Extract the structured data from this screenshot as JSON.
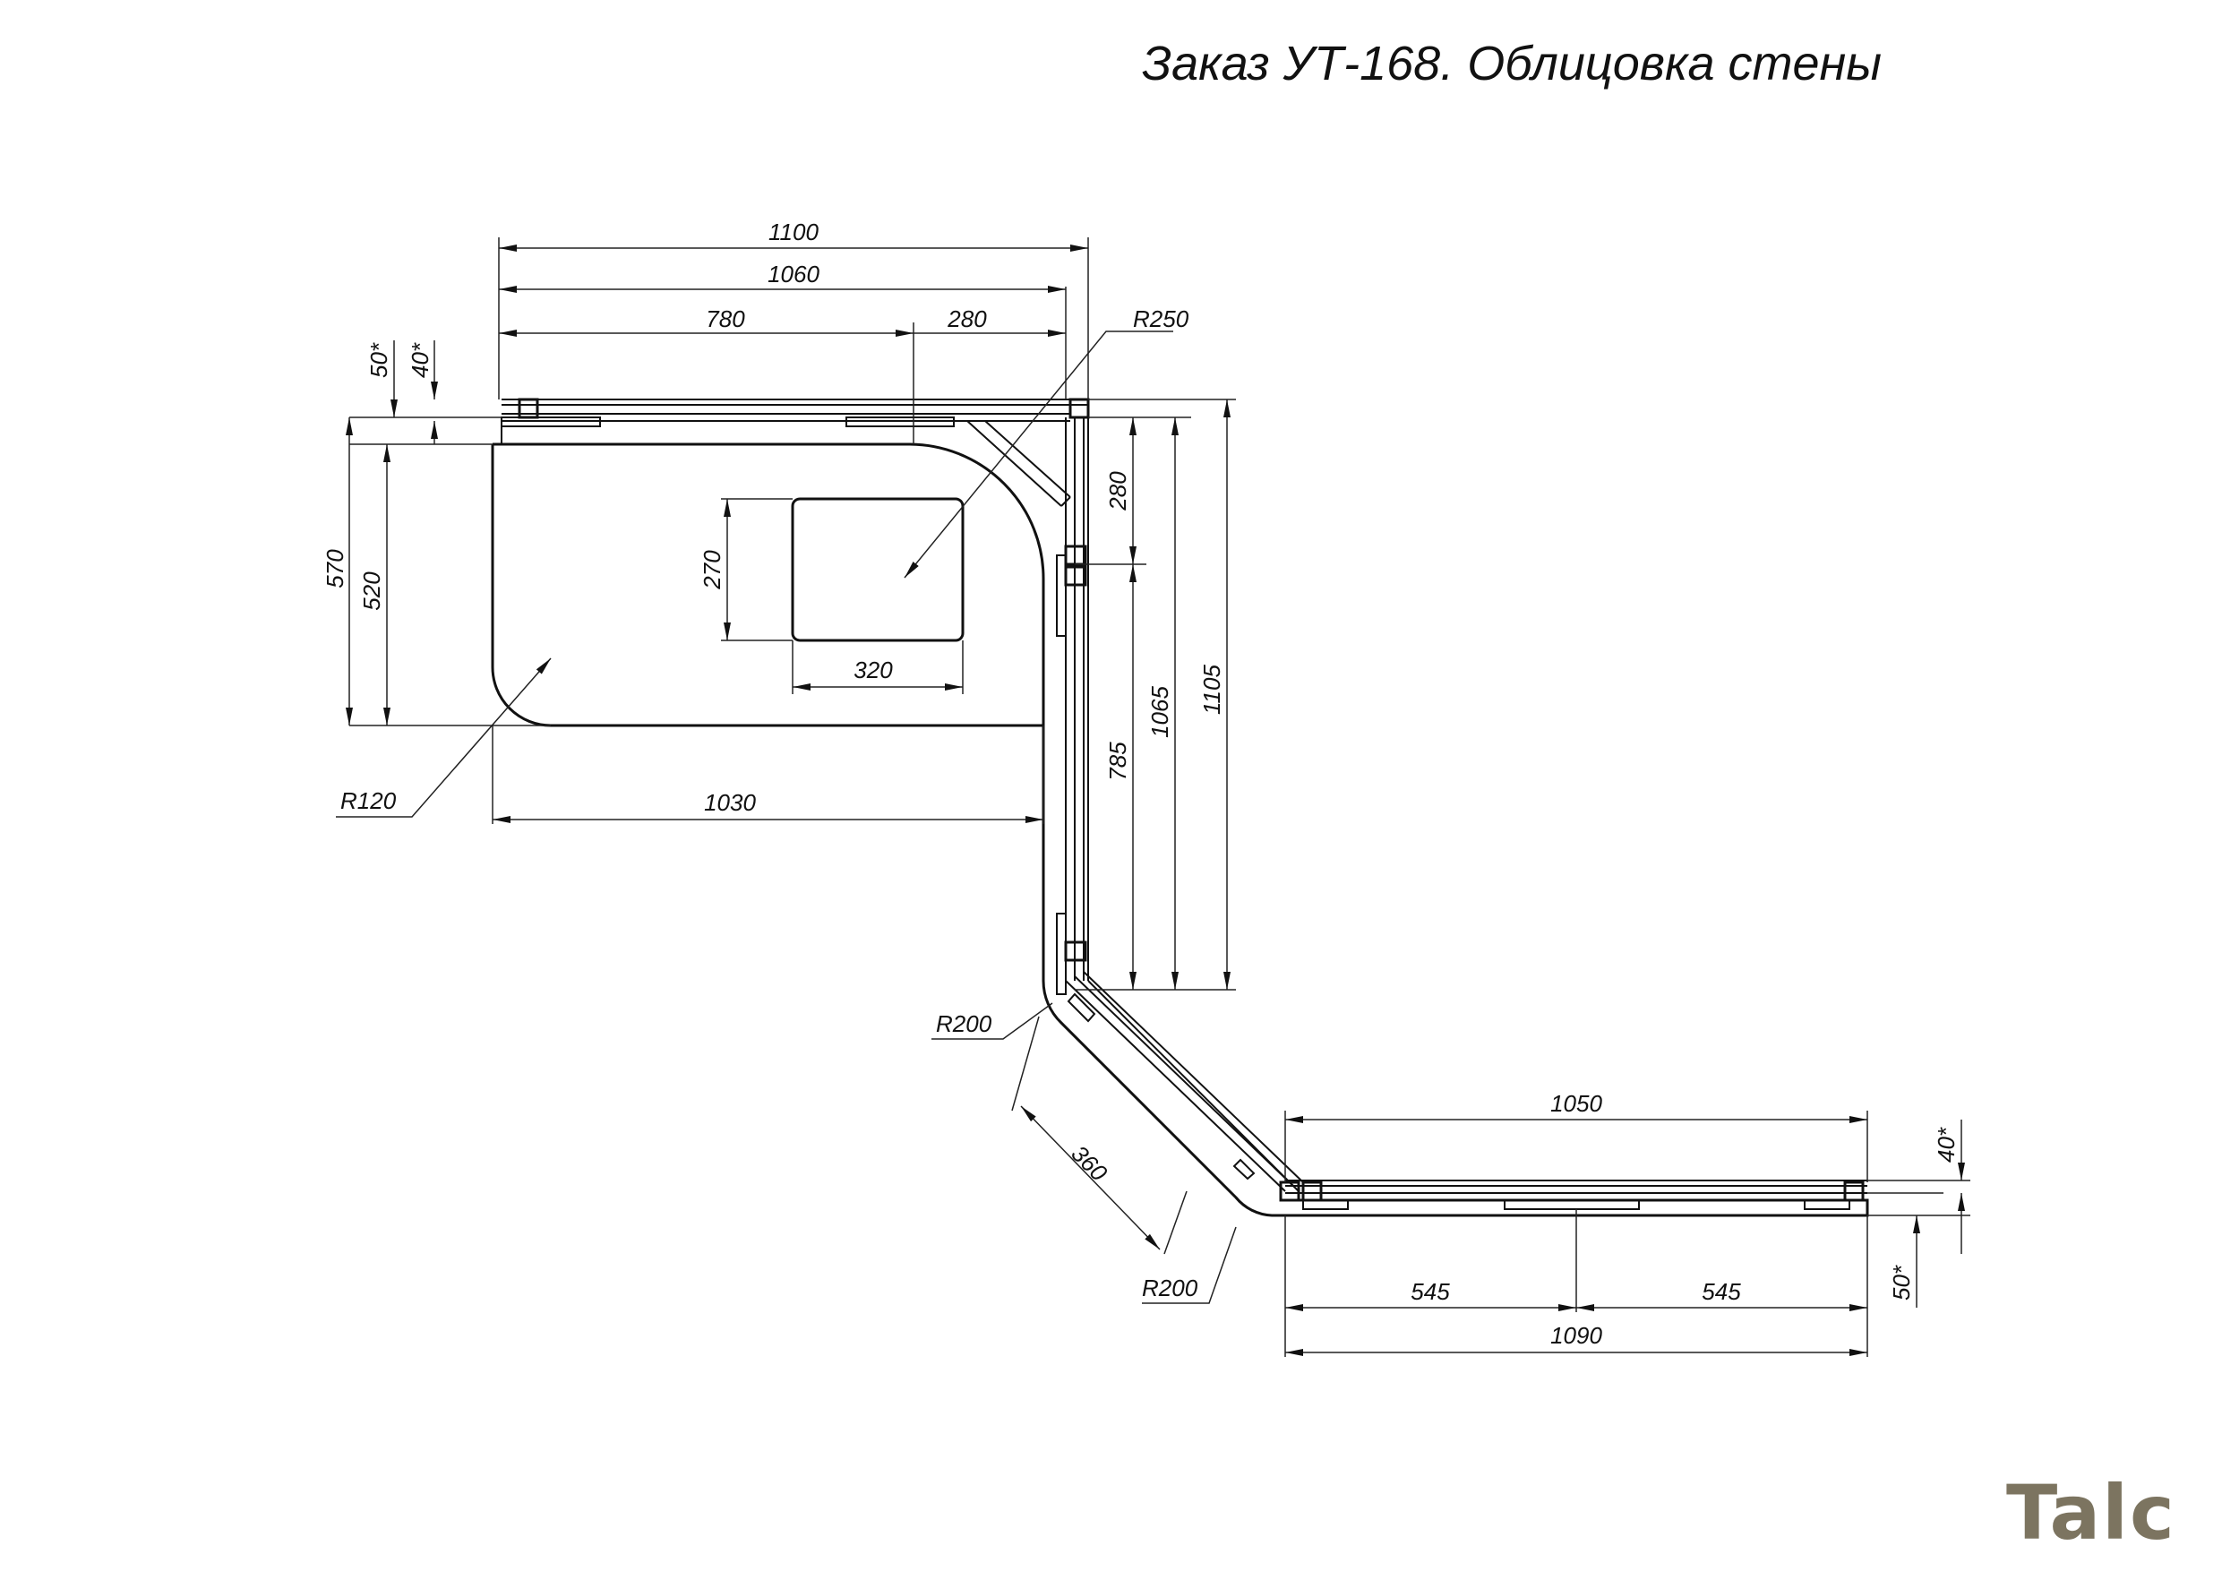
{
  "title": "Заказ УТ-168. Облицовка стены",
  "logo": "Talc",
  "dimensions": {
    "d1100": "1100",
    "d1060": "1060",
    "d780": "780",
    "d280_top": "280",
    "r250": "R250",
    "d50_top": "50*",
    "d40_top": "40*",
    "d570": "570",
    "d520": "520",
    "d270": "270",
    "d320": "320",
    "r120": "R120",
    "d1030": "1030",
    "d280_side": "280",
    "d785": "785",
    "d1065": "1065",
    "d1105": "1105",
    "r200_a": "R200",
    "d360": "360",
    "r200_b": "R200",
    "d1050": "1050",
    "d40_right": "40*",
    "d545_left": "545",
    "d545_right": "545",
    "d1090": "1090",
    "d50_right": "50*"
  },
  "colors": {
    "line": "#111111",
    "logo": "#7c7460"
  }
}
